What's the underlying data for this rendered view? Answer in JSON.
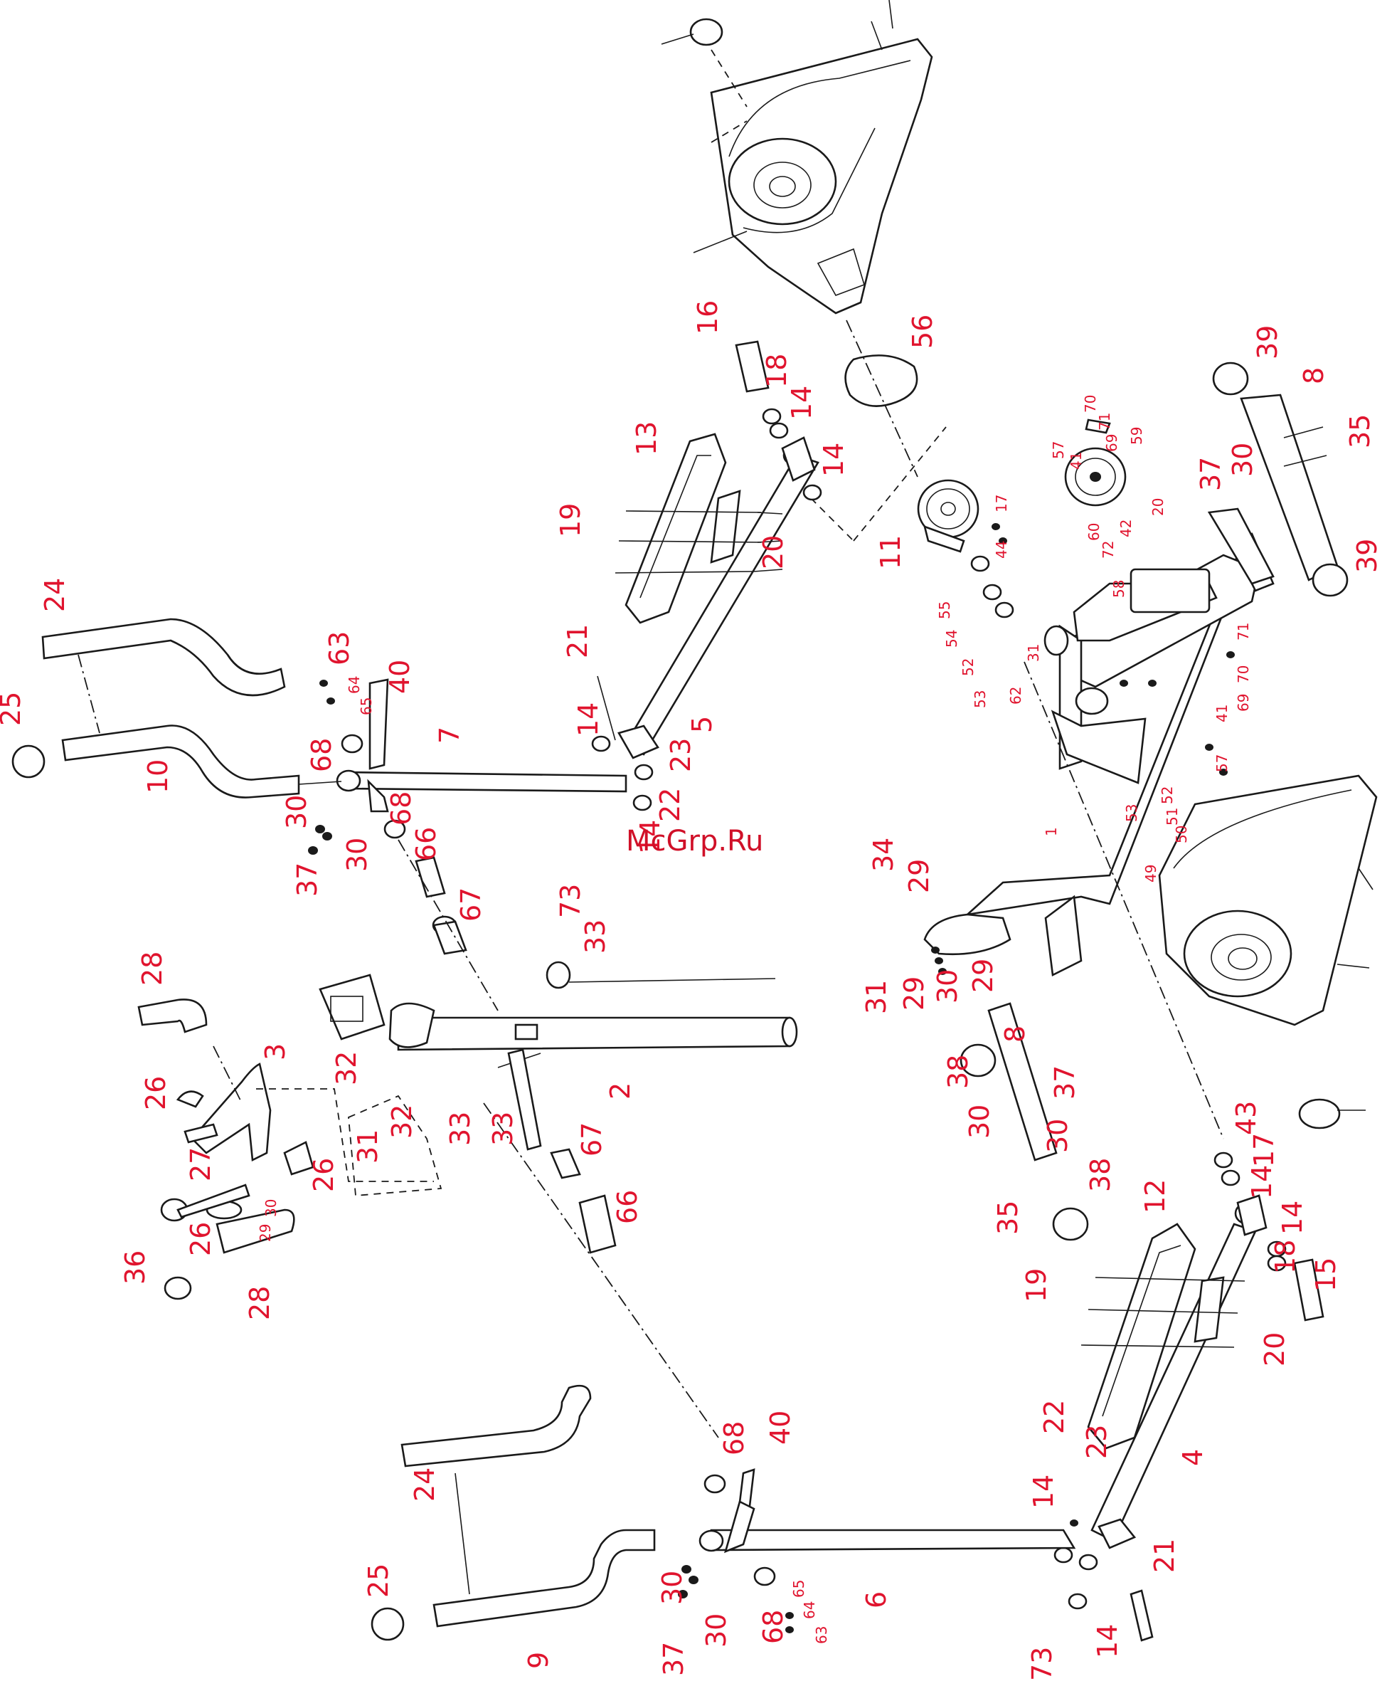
{
  "watermark": "McGrp.Ru",
  "part_labels": [
    {
      "id": "p16",
      "text": "16"
    },
    {
      "id": "p18a",
      "text": "18"
    },
    {
      "id": "p14a",
      "text": "14"
    },
    {
      "id": "p14b",
      "text": "14"
    },
    {
      "id": "p13",
      "text": "13"
    },
    {
      "id": "p19a",
      "text": "19"
    },
    {
      "id": "p20a",
      "text": "20"
    },
    {
      "id": "p56",
      "text": "56"
    },
    {
      "id": "p11",
      "text": "11"
    },
    {
      "id": "p17a",
      "text": "17"
    },
    {
      "id": "p44",
      "text": "44"
    },
    {
      "id": "p55",
      "text": "55"
    },
    {
      "id": "p54",
      "text": "54"
    },
    {
      "id": "p52a",
      "text": "52"
    },
    {
      "id": "p53a",
      "text": "53"
    },
    {
      "id": "p62",
      "text": "62"
    },
    {
      "id": "p31a",
      "text": "31"
    },
    {
      "id": "p59",
      "text": "59"
    },
    {
      "id": "p69a",
      "text": "69"
    },
    {
      "id": "p70a",
      "text": "70"
    },
    {
      "id": "p71a",
      "text": "71"
    },
    {
      "id": "p57a",
      "text": "57"
    },
    {
      "id": "p41a",
      "text": "41"
    },
    {
      "id": "p20b",
      "text": "20"
    },
    {
      "id": "p60",
      "text": "60"
    },
    {
      "id": "p72",
      "text": "72"
    },
    {
      "id": "p42",
      "text": "42"
    },
    {
      "id": "p58",
      "text": "58"
    },
    {
      "id": "p39a",
      "text": "39"
    },
    {
      "id": "p8a",
      "text": "8"
    },
    {
      "id": "p35a",
      "text": "35"
    },
    {
      "id": "p37a",
      "text": "37"
    },
    {
      "id": "p30a",
      "text": "30"
    },
    {
      "id": "p39b",
      "text": "39"
    },
    {
      "id": "p71b",
      "text": "71"
    },
    {
      "id": "p70b",
      "text": "70"
    },
    {
      "id": "p69b",
      "text": "69"
    },
    {
      "id": "p41b",
      "text": "41"
    },
    {
      "id": "p57b",
      "text": "57"
    },
    {
      "id": "p24a",
      "text": "24"
    },
    {
      "id": "p25a",
      "text": "25"
    },
    {
      "id": "p10",
      "text": "10"
    },
    {
      "id": "p63a",
      "text": "63"
    },
    {
      "id": "p64a",
      "text": "64"
    },
    {
      "id": "p65a",
      "text": "65"
    },
    {
      "id": "p40a",
      "text": "40"
    },
    {
      "id": "p68a",
      "text": "68"
    },
    {
      "id": "p7",
      "text": "7"
    },
    {
      "id": "p68b",
      "text": "68"
    },
    {
      "id": "p30b",
      "text": "30"
    },
    {
      "id": "p30c",
      "text": "30"
    },
    {
      "id": "p37b",
      "text": "37"
    },
    {
      "id": "p66a",
      "text": "66"
    },
    {
      "id": "p67a",
      "text": "67"
    },
    {
      "id": "p21a",
      "text": "21"
    },
    {
      "id": "p14c",
      "text": "14"
    },
    {
      "id": "p5",
      "text": "5"
    },
    {
      "id": "p23a",
      "text": "23"
    },
    {
      "id": "p22a",
      "text": "22"
    },
    {
      "id": "p14d",
      "text": "14"
    },
    {
      "id": "p73a",
      "text": "73"
    },
    {
      "id": "p34",
      "text": "34"
    },
    {
      "id": "p29a",
      "text": "29"
    },
    {
      "id": "p1",
      "text": "1"
    },
    {
      "id": "p52b",
      "text": "52"
    },
    {
      "id": "p51",
      "text": "51"
    },
    {
      "id": "p53b",
      "text": "53"
    },
    {
      "id": "p50",
      "text": "50"
    },
    {
      "id": "p49",
      "text": "49"
    },
    {
      "id": "p31b",
      "text": "31"
    },
    {
      "id": "p29b",
      "text": "29"
    },
    {
      "id": "p30d",
      "text": "30"
    },
    {
      "id": "p29c",
      "text": "29"
    },
    {
      "id": "p28a",
      "text": "28"
    },
    {
      "id": "p3",
      "text": "3"
    },
    {
      "id": "p26a",
      "text": "26"
    },
    {
      "id": "p27",
      "text": "27"
    },
    {
      "id": "p26b",
      "text": "26"
    },
    {
      "id": "p26c",
      "text": "26"
    },
    {
      "id": "p29d",
      "text": "29"
    },
    {
      "id": "p30e",
      "text": "30"
    },
    {
      "id": "p36",
      "text": "36"
    },
    {
      "id": "p28b",
      "text": "28"
    },
    {
      "id": "p32a",
      "text": "32"
    },
    {
      "id": "p31c",
      "text": "31"
    },
    {
      "id": "p32b",
      "text": "32"
    },
    {
      "id": "p33a",
      "text": "33"
    },
    {
      "id": "p33b",
      "text": "33"
    },
    {
      "id": "p33c",
      "text": "33"
    },
    {
      "id": "p2",
      "text": "2"
    },
    {
      "id": "p67b",
      "text": "67"
    },
    {
      "id": "p66b",
      "text": "66"
    },
    {
      "id": "p38a",
      "text": "38"
    },
    {
      "id": "p8b",
      "text": "8"
    },
    {
      "id": "p37c",
      "text": "37"
    },
    {
      "id": "p30f",
      "text": "30"
    },
    {
      "id": "p30g",
      "text": "30"
    },
    {
      "id": "p35b",
      "text": "35"
    },
    {
      "id": "p38b",
      "text": "38"
    },
    {
      "id": "p43",
      "text": "43"
    },
    {
      "id": "p17b",
      "text": "17"
    },
    {
      "id": "p14e",
      "text": "14"
    },
    {
      "id": "p12",
      "text": "12"
    },
    {
      "id": "p14f",
      "text": "14"
    },
    {
      "id": "p18b",
      "text": "18"
    },
    {
      "id": "p15",
      "text": "15"
    },
    {
      "id": "p19b",
      "text": "19"
    },
    {
      "id": "p20c",
      "text": "20"
    },
    {
      "id": "p4",
      "text": "4"
    },
    {
      "id": "p22b",
      "text": "22"
    },
    {
      "id": "p23b",
      "text": "23"
    },
    {
      "id": "p14g",
      "text": "14"
    },
    {
      "id": "p24b",
      "text": "24"
    },
    {
      "id": "p68c",
      "text": "68"
    },
    {
      "id": "p40b",
      "text": "40"
    },
    {
      "id": "p21b",
      "text": "21"
    },
    {
      "id": "p25b",
      "text": "25"
    },
    {
      "id": "p9",
      "text": "9"
    },
    {
      "id": "p30h",
      "text": "30"
    },
    {
      "id": "p30i",
      "text": "30"
    },
    {
      "id": "p37d",
      "text": "37"
    },
    {
      "id": "p68d",
      "text": "68"
    },
    {
      "id": "p65b",
      "text": "65"
    },
    {
      "id": "p64b",
      "text": "64"
    },
    {
      "id": "p63b",
      "text": "63"
    },
    {
      "id": "p6",
      "text": "6"
    },
    {
      "id": "p14h",
      "text": "14"
    },
    {
      "id": "p73b",
      "text": "73"
    }
  ]
}
